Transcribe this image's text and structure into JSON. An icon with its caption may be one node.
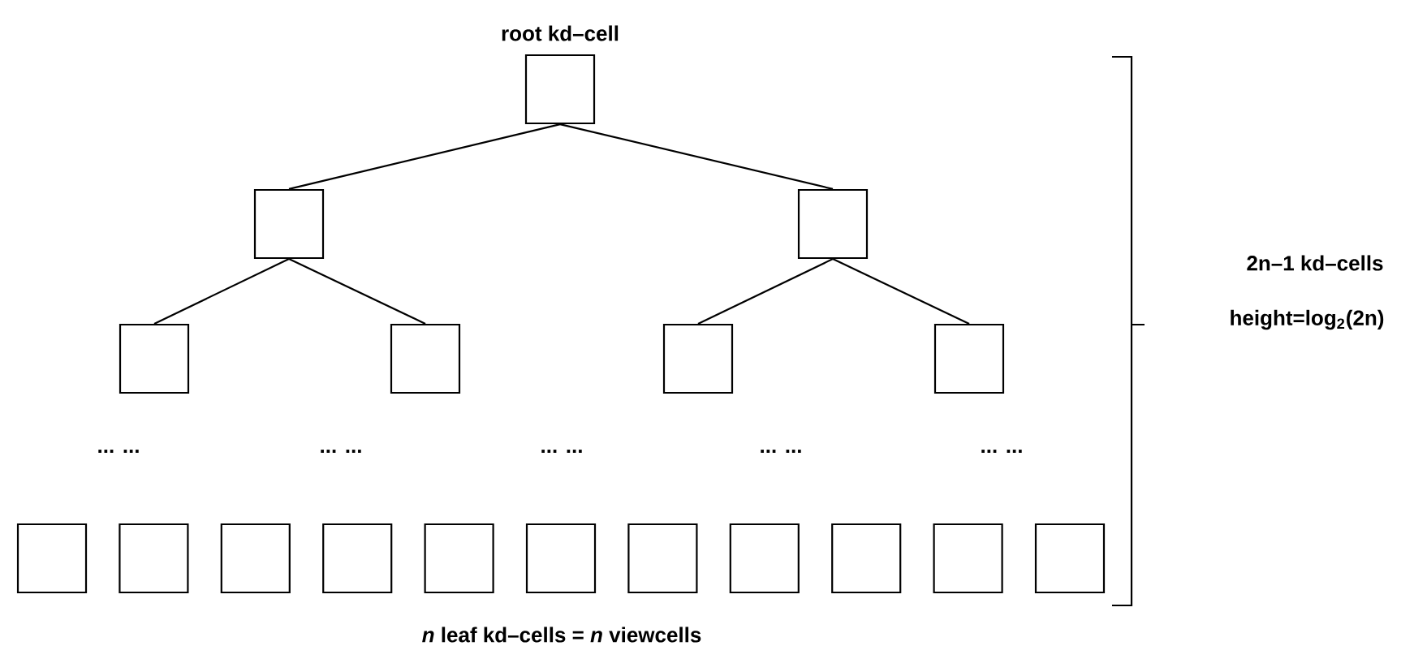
{
  "diagram": {
    "nodes": [
      {
        "text": [
          "root kd–cell"
        ]
      },
      {
        "text": [],
        "shape": "box"
      },
      {
        "text": [],
        "shape": "box"
      },
      {
        "text": [],
        "shape": "box"
      },
      {
        "text": [],
        "shape": "box"
      },
      {
        "text": [],
        "shape": "box"
      },
      {
        "text": [],
        "shape": "box"
      },
      {
        "text": [],
        "shape": "box"
      },
      {
        "text": [],
        "shape": "box"
      },
      {
        "text": [],
        "shape": "box"
      },
      {
        "text": [],
        "shape": "box"
      },
      {
        "text": [],
        "shape": "box"
      },
      {
        "text": [],
        "shape": "box"
      },
      {
        "text": [],
        "shape": "box"
      },
      {
        "text": [],
        "shape": "box"
      },
      {
        "text": [],
        "shape": "box"
      },
      {
        "text": [],
        "shape": "box"
      },
      {
        "text": [],
        "shape": "box"
      }
    ],
    "edges": [
      {
        "from": 0,
        "to": 1,
        "arrow": "none"
      },
      {
        "from": 0,
        "to": 2,
        "arrow": "none"
      },
      {
        "from": 1,
        "to": 3,
        "arrow": "none"
      },
      {
        "from": 1,
        "to": 4,
        "arrow": "none"
      },
      {
        "from": 2,
        "to": 5,
        "arrow": "none"
      },
      {
        "from": 2,
        "to": 6,
        "arrow": "none"
      }
    ],
    "labels": [
      "2n–1 kd–cells",
      "height=log$_{2}$(2n)",
      "... ...",
      "... ...",
      "... ...",
      "... ...",
      "... ...",
      "*n* leaf kd–cells = *n* viewcells"
    ]
  }
}
